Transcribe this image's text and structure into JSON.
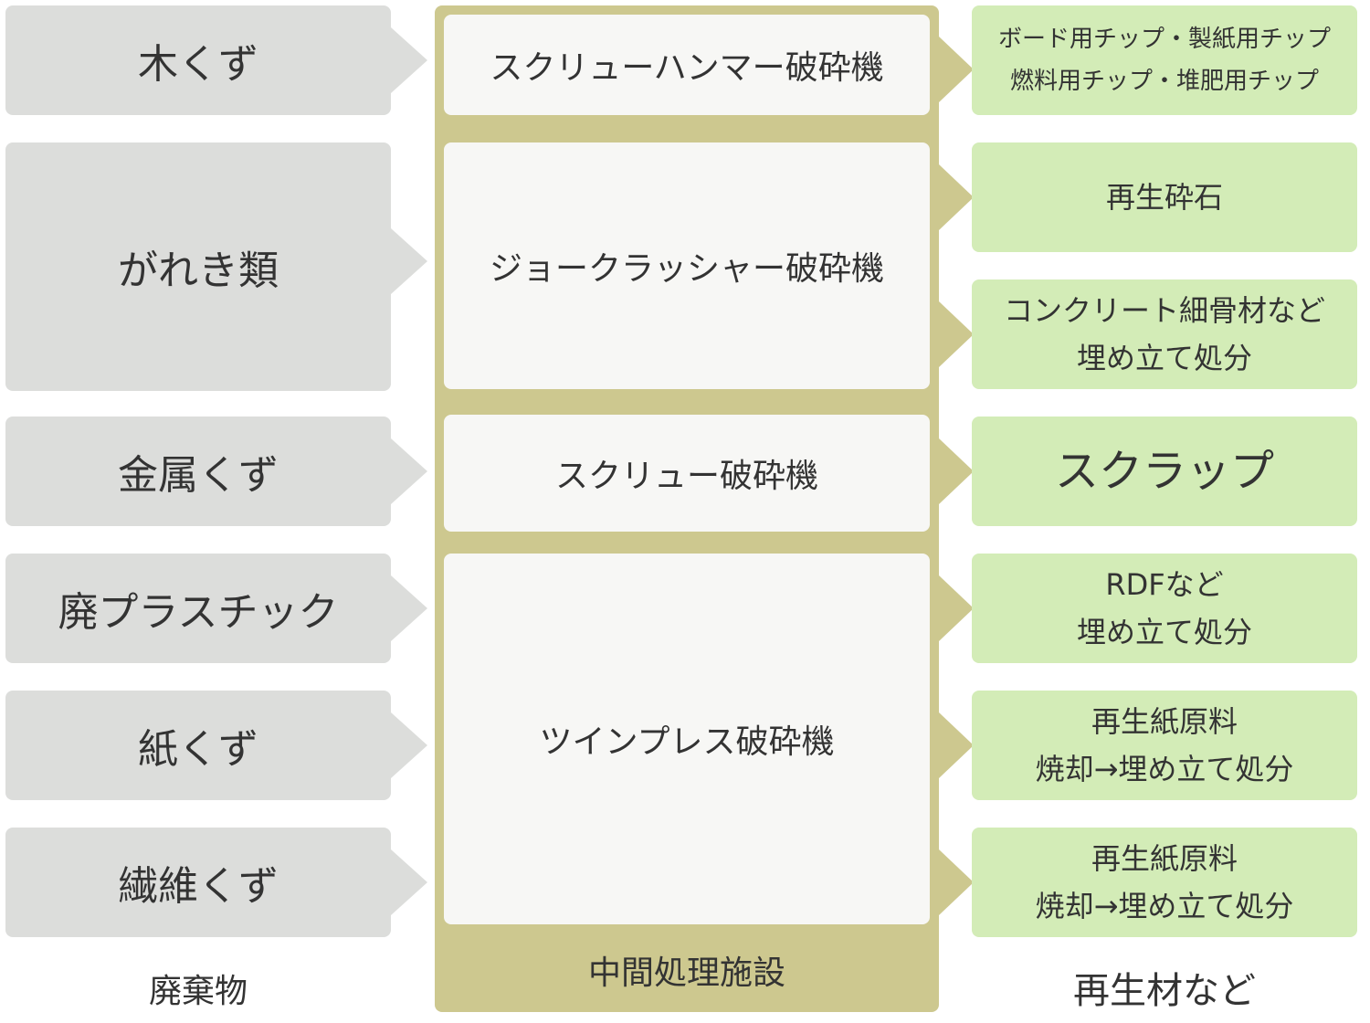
{
  "wastes": [
    {
      "label": "木くず"
    },
    {
      "label": "がれき類"
    },
    {
      "label": "金属くず"
    },
    {
      "label": "廃プラスチック"
    },
    {
      "label": "紙くず"
    },
    {
      "label": "繊維くず"
    }
  ],
  "machines": [
    {
      "label": "スクリューハンマー破砕機"
    },
    {
      "label": "ジョークラッシャー破砕機"
    },
    {
      "label": "スクリュー破砕機"
    },
    {
      "label": "ツインプレス破砕機"
    }
  ],
  "outputs": [
    {
      "lines": [
        "ボード用チップ・製紙用チップ",
        "燃料用チップ・堆肥用チップ"
      ]
    },
    {
      "lines": [
        "再生砕石"
      ]
    },
    {
      "lines": [
        "コンクリート細骨材など",
        "埋め立て処分"
      ]
    },
    {
      "lines": [
        "スクラップ"
      ]
    },
    {
      "lines": [
        "RDFなど",
        "埋め立て処分"
      ]
    },
    {
      "lines": [
        "再生紙原料",
        "焼却→埋め立て処分"
      ]
    },
    {
      "lines": [
        "再生紙原料",
        "焼却→埋め立て処分"
      ]
    }
  ],
  "footer": {
    "waste_label": "廃棄物",
    "facility_label": "中間処理施設",
    "output_label": "再生材など"
  },
  "colors": {
    "waste_box": "#dcdddb",
    "facility_panel": "#cdc88f",
    "machine_box": "#f7f7f5",
    "output_box": "#d3ecb7",
    "text": "#333333"
  }
}
